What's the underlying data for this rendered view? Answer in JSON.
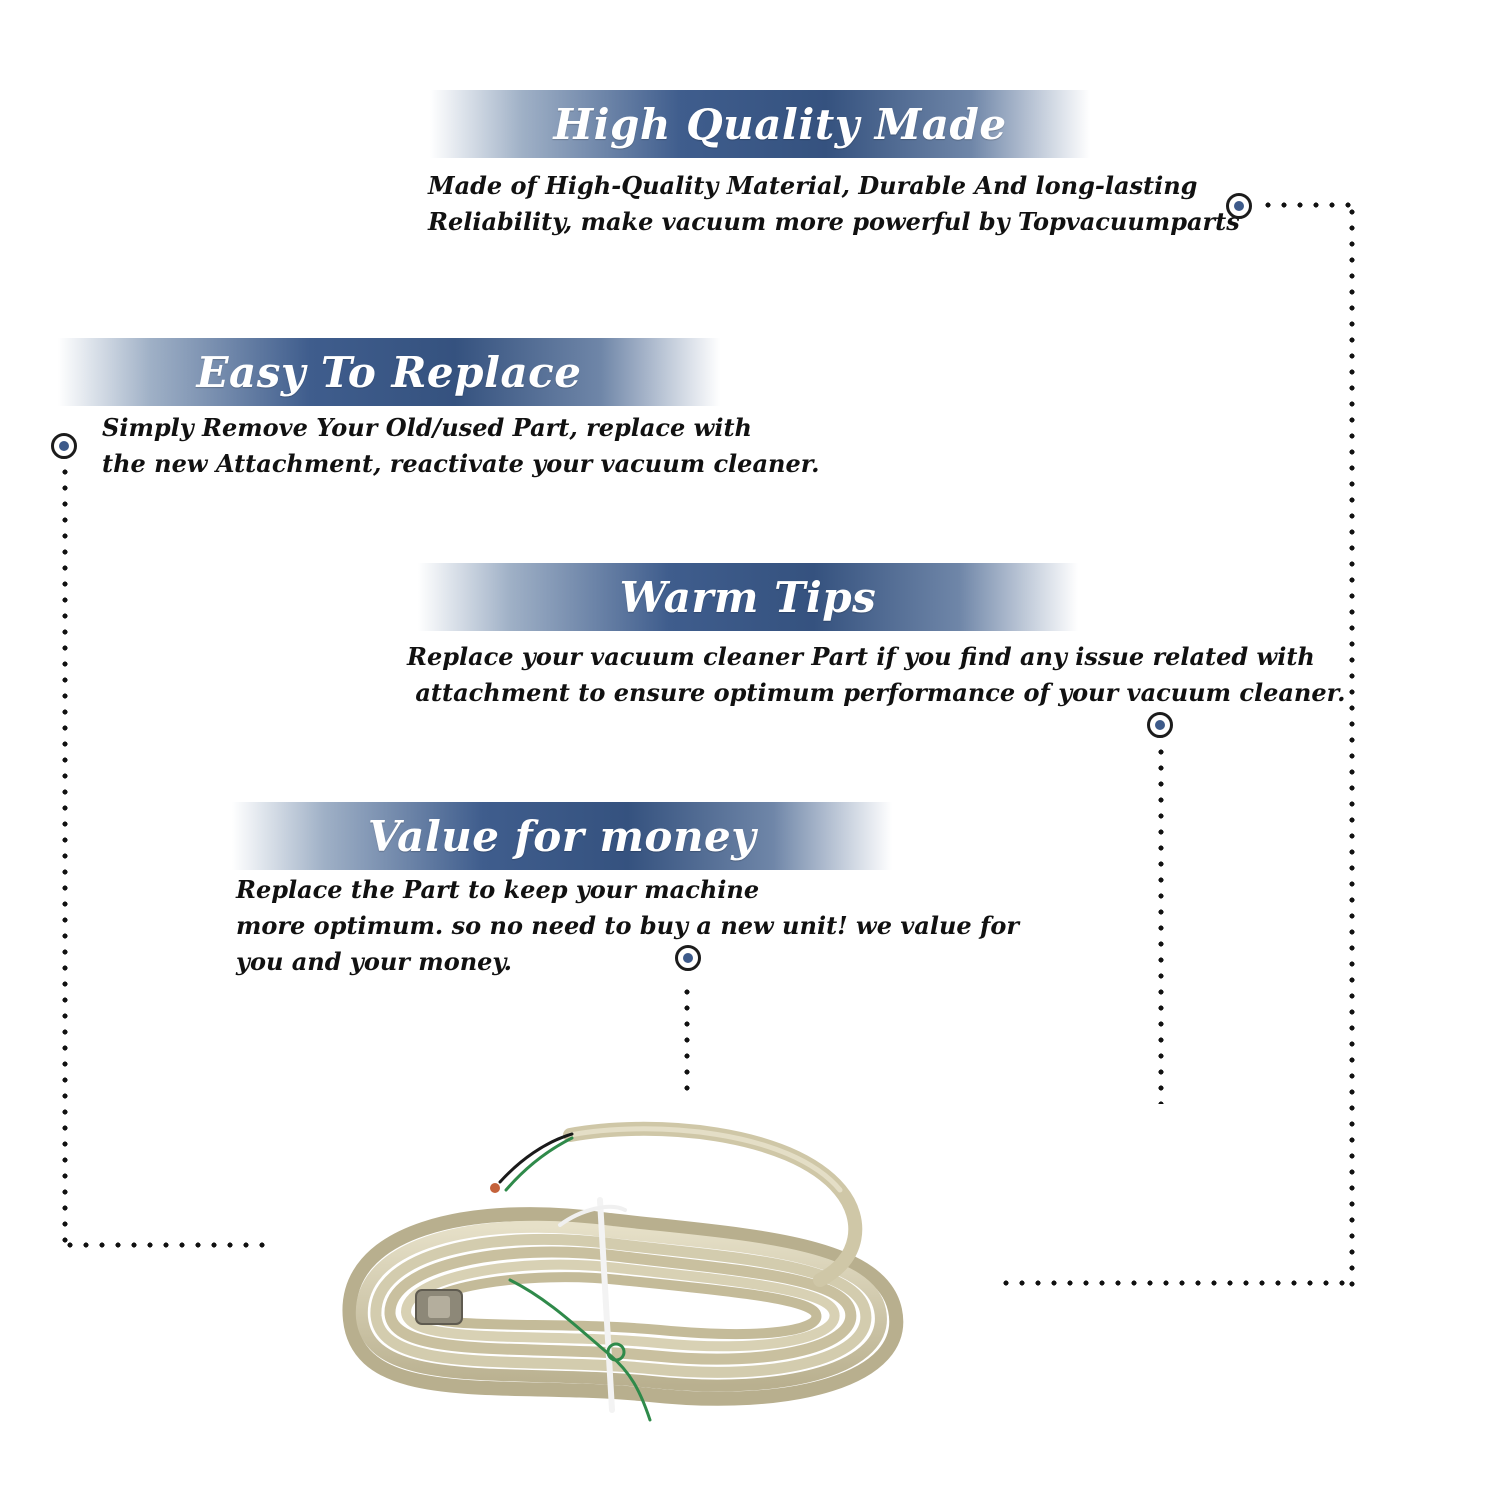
{
  "features": [
    {
      "title": "High Quality Made",
      "lines": [
        "Made of  High-Quality Material, Durable And long-lasting",
        "Reliability, make vacuum more powerful by Topvacuumparts"
      ]
    },
    {
      "title": "Easy To Replace",
      "lines": [
        "Simply Remove Your Old/used Part, replace with",
        "the new Attachment, reactivate your vacuum cleaner."
      ]
    },
    {
      "title": "Warm Tips",
      "lines": [
        "Replace your vacuum cleaner Part if you find any issue related with",
        " attachment to ensure optimum performance of your vacuum cleaner."
      ]
    },
    {
      "title": "Value for money",
      "lines": [
        "Replace the Part to keep your machine",
        "more optimum. so no need to buy a new unit! we value for",
        "you and your money."
      ]
    }
  ],
  "colors": {
    "banner_accent": "#3f5d8d",
    "marker_fill": "#3d5a8a",
    "cord": "#cfc7a7",
    "wire_green": "#2f8a4a"
  },
  "product_image": "coiled-power-cord"
}
